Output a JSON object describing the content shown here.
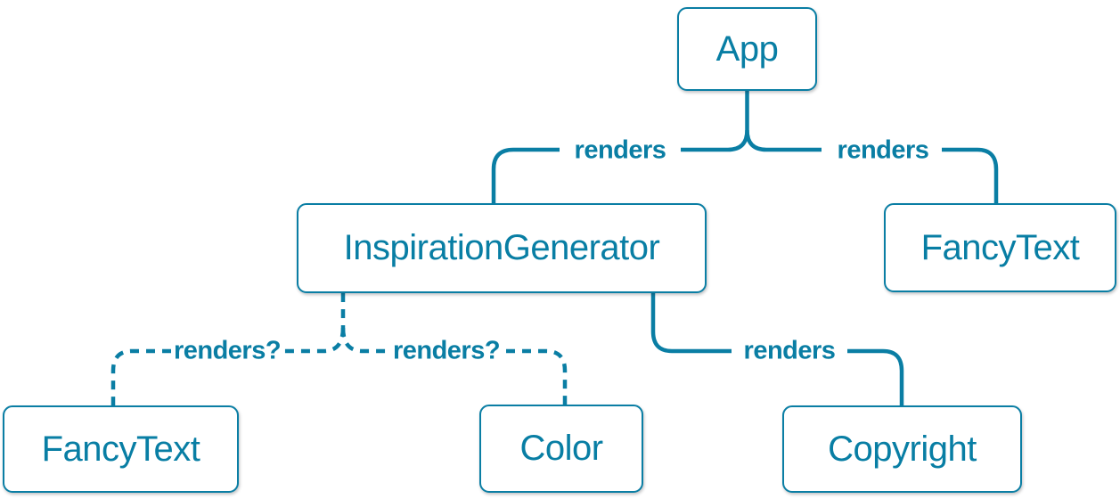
{
  "diagram": {
    "type": "component-render-tree",
    "colors": {
      "accent": "#087ea4",
      "line": "#0a7ea4",
      "node_background": "#ffffff",
      "page_background": "#ffffff"
    }
  },
  "nodes": [
    {
      "id": "app",
      "label": "App"
    },
    {
      "id": "inspiration-generator",
      "label": "InspirationGenerator"
    },
    {
      "id": "fancy-text-top",
      "label": "FancyText"
    },
    {
      "id": "fancy-text-bottom",
      "label": "FancyText"
    },
    {
      "id": "color",
      "label": "Color"
    },
    {
      "id": "copyright",
      "label": "Copyright"
    }
  ],
  "edges": [
    {
      "from": "App",
      "to": "InspirationGenerator",
      "label": "renders",
      "style": "solid"
    },
    {
      "from": "App",
      "to": "FancyText",
      "label": "renders",
      "style": "solid"
    },
    {
      "from": "InspirationGenerator",
      "to": "FancyText",
      "label": "renders?",
      "style": "dashed"
    },
    {
      "from": "InspirationGenerator",
      "to": "Color",
      "label": "renders?",
      "style": "dashed"
    },
    {
      "from": "InspirationGenerator",
      "to": "Copyright",
      "label": "renders",
      "style": "solid"
    }
  ]
}
